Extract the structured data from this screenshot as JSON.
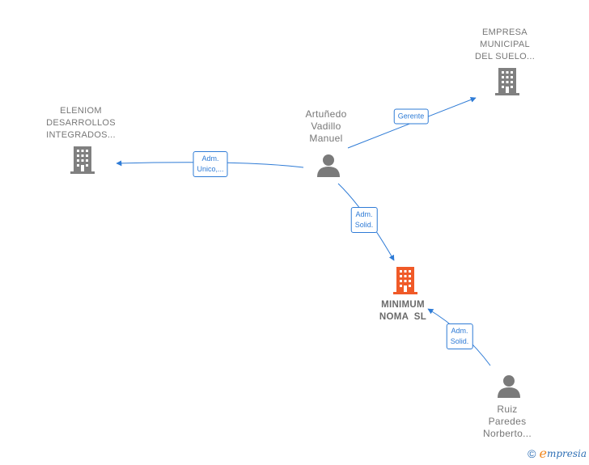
{
  "nodes": {
    "empresa_municipal": {
      "lines": [
        "EMPRESA",
        "MUNICIPAL",
        "DEL SUELO..."
      ]
    },
    "eleniom": {
      "lines": [
        "ELENIOM",
        "DESARROLLOS",
        "INTEGRADOS..."
      ]
    },
    "artunedo": {
      "lines": [
        "Artuñedo",
        "Vadillo",
        "Manuel"
      ]
    },
    "minimum": {
      "lines": [
        "MINIMUM",
        "NOMA  SL"
      ]
    },
    "ruiz": {
      "lines": [
        "Ruiz",
        "Paredes",
        "Norberto..."
      ]
    }
  },
  "edges": {
    "gerente": {
      "lines": [
        "Gerente"
      ]
    },
    "adm_unico": {
      "lines": [
        "Adm.",
        "Unico,..."
      ]
    },
    "adm_solid_1": {
      "lines": [
        "Adm.",
        "Solid."
      ]
    },
    "adm_solid_2": {
      "lines": [
        "Adm.",
        "Solid."
      ]
    }
  },
  "footer": {
    "copyright": "©",
    "brand_initial": "e",
    "brand_rest": "mpresia"
  },
  "colors": {
    "edge": "#2e7bd6",
    "company_icon": "#808080",
    "main_company_icon": "#f05a28",
    "person_icon": "#7a7a7a"
  }
}
